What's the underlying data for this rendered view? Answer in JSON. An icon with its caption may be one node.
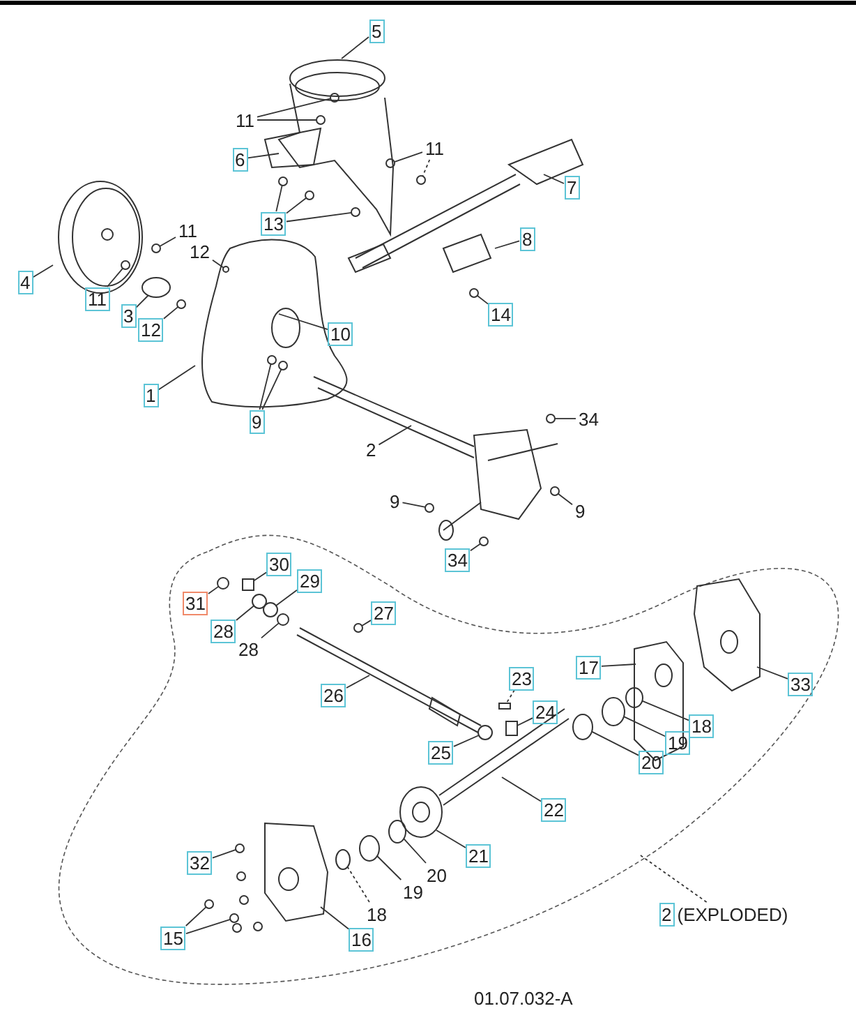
{
  "diagram": {
    "nodes": [
      {
        "text": [
          "5"
        ]
      },
      {
        "text": [
          "11"
        ]
      },
      {
        "text": [
          "11"
        ]
      },
      {
        "text": [
          "6"
        ]
      },
      {
        "text": [
          "7"
        ]
      },
      {
        "text": [
          "13"
        ]
      },
      {
        "text": [
          "8"
        ]
      },
      {
        "text": [
          "11"
        ]
      },
      {
        "text": [
          "12"
        ]
      },
      {
        "text": [
          "4"
        ]
      },
      {
        "text": [
          "11"
        ]
      },
      {
        "text": [
          "3"
        ]
      },
      {
        "text": [
          "12"
        ]
      },
      {
        "text": [
          "10"
        ]
      },
      {
        "text": [
          "14"
        ]
      },
      {
        "text": [
          "1"
        ]
      },
      {
        "text": [
          "9"
        ]
      },
      {
        "text": [
          "34"
        ]
      },
      {
        "text": [
          "2"
        ]
      },
      {
        "text": [
          "9"
        ]
      },
      {
        "text": [
          "9"
        ]
      },
      {
        "text": [
          "34"
        ]
      },
      {
        "text": [
          "30"
        ]
      },
      {
        "text": [
          "29"
        ]
      },
      {
        "text": [
          "31"
        ]
      },
      {
        "text": [
          "28"
        ]
      },
      {
        "text": [
          "28"
        ]
      },
      {
        "text": [
          "27"
        ]
      },
      {
        "text": [
          "26"
        ]
      },
      {
        "text": [
          "23"
        ]
      },
      {
        "text": [
          "17"
        ]
      },
      {
        "text": [
          "33"
        ]
      },
      {
        "text": [
          "24"
        ]
      },
      {
        "text": [
          "18"
        ]
      },
      {
        "text": [
          "25"
        ]
      },
      {
        "text": [
          "19"
        ]
      },
      {
        "text": [
          "20"
        ]
      },
      {
        "text": [
          "22"
        ]
      },
      {
        "text": [
          "21"
        ]
      },
      {
        "text": [
          "32"
        ]
      },
      {
        "text": [
          "20"
        ]
      },
      {
        "text": [
          "19"
        ]
      },
      {
        "text": [
          "18"
        ]
      },
      {
        "text": [
          "15"
        ]
      },
      {
        "text": [
          "16"
        ]
      },
      {
        "text": [
          "2"
        ],
        "beside": [
          "(EXPLODED)"
        ]
      },
      {
        "text": [],
        "shape": "circle"
      },
      {
        "text": [],
        "shape": "circle"
      },
      {
        "text": [],
        "shape": "circle"
      },
      {
        "text": [],
        "shape": "circle"
      },
      {
        "text": [],
        "shape": "circle"
      },
      {
        "text": [],
        "shape": "circle"
      },
      {
        "text": [],
        "shape": "circle"
      },
      {
        "text": [],
        "shape": "circle"
      },
      {
        "text": [],
        "shape": "circle"
      },
      {
        "text": [],
        "shape": "circle"
      },
      {
        "text": [],
        "shape": "circle"
      },
      {
        "text": [],
        "shape": "circle"
      },
      {
        "text": [],
        "shape": "circle"
      },
      {
        "text": [],
        "shape": "circle"
      },
      {
        "text": [],
        "shape": "circle"
      },
      {
        "text": [],
        "shape": "circle"
      },
      {
        "text": [],
        "shape": "circle"
      },
      {
        "text": [],
        "shape": "circle"
      },
      {
        "text": [],
        "shape": "circle"
      },
      {
        "text": [],
        "shape": "box"
      },
      {
        "text": [],
        "shape": "circle"
      },
      {
        "text": [],
        "shape": "circle"
      },
      {
        "text": [],
        "shape": "circle"
      },
      {
        "text": [],
        "shape": "circle"
      },
      {
        "text": [],
        "shape": "circle"
      },
      {
        "text": [],
        "shape": "box"
      },
      {
        "text": [],
        "shape": "box"
      },
      {
        "text": [],
        "shape": "circle"
      },
      {
        "text": [],
        "shape": "circle"
      },
      {
        "text": [],
        "shape": "circle"
      },
      {
        "text": [],
        "shape": "circle"
      },
      {
        "text": [],
        "shape": "circle"
      },
      {
        "text": [],
        "shape": "circle"
      },
      {
        "text": [],
        "shape": "circle"
      },
      {
        "text": [],
        "shape": "circle"
      },
      {
        "text": [],
        "shape": "circle"
      },
      {
        "text": [],
        "shape": "circle"
      }
    ],
    "edges": [
      {
        "from": 0,
        "to": null,
        "arrow": "none"
      },
      {
        "from": 1,
        "to": 46,
        "arrow": "none"
      },
      {
        "from": 1,
        "to": 47,
        "arrow": "none"
      },
      {
        "from": 2,
        "to": 48,
        "arrow": "none"
      },
      {
        "from": 2,
        "to": 49,
        "arrow": "none",
        "style": "dashed"
      },
      {
        "from": 3,
        "to": null,
        "arrow": "none"
      },
      {
        "from": 4,
        "to": null,
        "arrow": "none"
      },
      {
        "from": 5,
        "to": 50,
        "arrow": "none"
      },
      {
        "from": 5,
        "to": 51,
        "arrow": "none"
      },
      {
        "from": 5,
        "to": 52,
        "arrow": "none"
      },
      {
        "from": 6,
        "to": null,
        "arrow": "none"
      },
      {
        "from": 7,
        "to": 53,
        "arrow": "none"
      },
      {
        "from": 8,
        "to": 54,
        "arrow": "none"
      },
      {
        "from": 9,
        "to": null,
        "arrow": "none"
      },
      {
        "from": 10,
        "to": 55,
        "arrow": "none"
      },
      {
        "from": 11,
        "to": 56,
        "arrow": "none"
      },
      {
        "from": 12,
        "to": 57,
        "arrow": "none"
      },
      {
        "from": 13,
        "to": null,
        "arrow": "none"
      },
      {
        "from": 14,
        "to": 58,
        "arrow": "none"
      },
      {
        "from": 15,
        "to": null,
        "arrow": "none"
      },
      {
        "from": 16,
        "to": 59,
        "arrow": "none"
      },
      {
        "from": 16,
        "to": 60,
        "arrow": "none"
      },
      {
        "from": 17,
        "to": 61,
        "arrow": "none"
      },
      {
        "from": 18,
        "to": null,
        "arrow": "none"
      },
      {
        "from": 19,
        "to": 62,
        "arrow": "none"
      },
      {
        "from": 20,
        "to": 63,
        "arrow": "none"
      },
      {
        "from": 21,
        "to": 64,
        "arrow": "none"
      },
      {
        "from": 22,
        "to": 65,
        "arrow": "none"
      },
      {
        "from": 23,
        "to": 66,
        "arrow": "none"
      },
      {
        "from": 24,
        "to": 67,
        "arrow": "none"
      },
      {
        "from": 25,
        "to": 68,
        "arrow": "none"
      },
      {
        "from": 26,
        "to": 69,
        "arrow": "none"
      },
      {
        "from": 27,
        "to": 70,
        "arrow": "none"
      },
      {
        "from": 28,
        "to": null,
        "arrow": "none"
      },
      {
        "from": 29,
        "to": 71,
        "arrow": "none",
        "style": "dashed"
      },
      {
        "from": 30,
        "to": null,
        "arrow": "none"
      },
      {
        "from": 31,
        "to": null,
        "arrow": "none"
      },
      {
        "from": 32,
        "to": 72,
        "arrow": "none"
      },
      {
        "from": 33,
        "to": 73,
        "arrow": "none"
      },
      {
        "from": 34,
        "to": 74,
        "arrow": "none"
      },
      {
        "from": 35,
        "to": 75,
        "arrow": "none"
      },
      {
        "from": 36,
        "to": 76,
        "arrow": "none"
      },
      {
        "from": 37,
        "to": null,
        "arrow": "none"
      },
      {
        "from": 38,
        "to": null,
        "arrow": "none"
      },
      {
        "from": 39,
        "to": 77,
        "arrow": "none"
      },
      {
        "from": 40,
        "to": 78,
        "arrow": "none"
      },
      {
        "from": 41,
        "to": 79,
        "arrow": "none"
      },
      {
        "from": 42,
        "to": 80,
        "arrow": "none",
        "style": "dashed"
      },
      {
        "from": 43,
        "to": 81,
        "arrow": "none"
      },
      {
        "from": 43,
        "to": 82,
        "arrow": "none"
      },
      {
        "from": 44,
        "to": null,
        "arrow": "none"
      },
      {
        "from": 45,
        "to": null,
        "arrow": "none",
        "style": "dashed"
      }
    ],
    "labels": [
      "01.07.032-A"
    ]
  }
}
